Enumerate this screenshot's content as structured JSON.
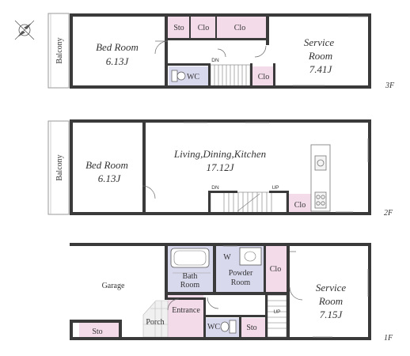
{
  "floors": {
    "third": {
      "tag": "3F",
      "balcony": "Balcony",
      "bedroom": {
        "name": "Bed Room",
        "size": "6.13J"
      },
      "storage": "Sto",
      "closet_a": "Clo",
      "closet_b": "Clo",
      "closet_c": "Clo",
      "wc": "WC",
      "stair_dn": "DN",
      "service_room": {
        "name": "Service",
        "name2": "Room",
        "size": "7.41J"
      }
    },
    "second": {
      "tag": "2F",
      "balcony": "Balcony",
      "bedroom": {
        "name": "Bed Room",
        "size": "6.13J"
      },
      "ldk": {
        "name": "Living,Dining,Kitchen",
        "size": "17.12J"
      },
      "stair_dn": "DN",
      "stair_up": "UP",
      "closet": "Clo"
    },
    "first": {
      "tag": "1F",
      "garage": "Garage",
      "storage_garage": "Sto",
      "bath": {
        "name": "Bath",
        "name2": "Room"
      },
      "powder": {
        "name": "Powder",
        "name2": "Room"
      },
      "washer": "W",
      "closet": "Clo",
      "porch": "Porch",
      "entrance": "Entrance",
      "wc": "WC",
      "storage": "Sto",
      "stair_up": "UP",
      "service_room": {
        "name": "Service",
        "name2": "Room",
        "size": "7.15J"
      }
    }
  },
  "colors": {
    "wall": "#3a3a3a",
    "closet_fill": "#f3dbe9",
    "wet_fill": "#d9d9ee",
    "porch_fill": "#f0f0f0",
    "compass": "#555555"
  }
}
